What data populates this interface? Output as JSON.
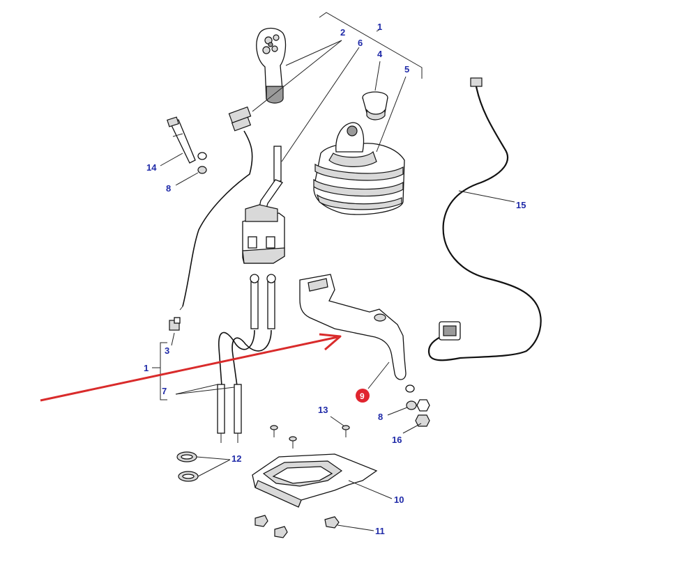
{
  "callouts": [
    {
      "id": "c1-top",
      "text": "1"
    },
    {
      "id": "c2",
      "text": "2"
    },
    {
      "id": "c6",
      "text": "6"
    },
    {
      "id": "c4",
      "text": "4"
    },
    {
      "id": "c5",
      "text": "5"
    },
    {
      "id": "c14",
      "text": "14"
    },
    {
      "id": "c8-top",
      "text": "8"
    },
    {
      "id": "c15",
      "text": "15"
    },
    {
      "id": "c3",
      "text": "3"
    },
    {
      "id": "c1-left",
      "text": "1"
    },
    {
      "id": "c7",
      "text": "7"
    },
    {
      "id": "c9",
      "text": "9"
    },
    {
      "id": "c13",
      "text": "13"
    },
    {
      "id": "c8-right",
      "text": "8"
    },
    {
      "id": "c16",
      "text": "16"
    },
    {
      "id": "c12",
      "text": "12"
    },
    {
      "id": "c10",
      "text": "10"
    },
    {
      "id": "c11",
      "text": "11"
    }
  ],
  "highlight": {
    "part": "9",
    "marker_color": "#e0252f",
    "arrow_color": "#d92b2b"
  },
  "colors": {
    "callout_text": "#1f2aa8",
    "line": "#222222",
    "background": "#ffffff"
  }
}
